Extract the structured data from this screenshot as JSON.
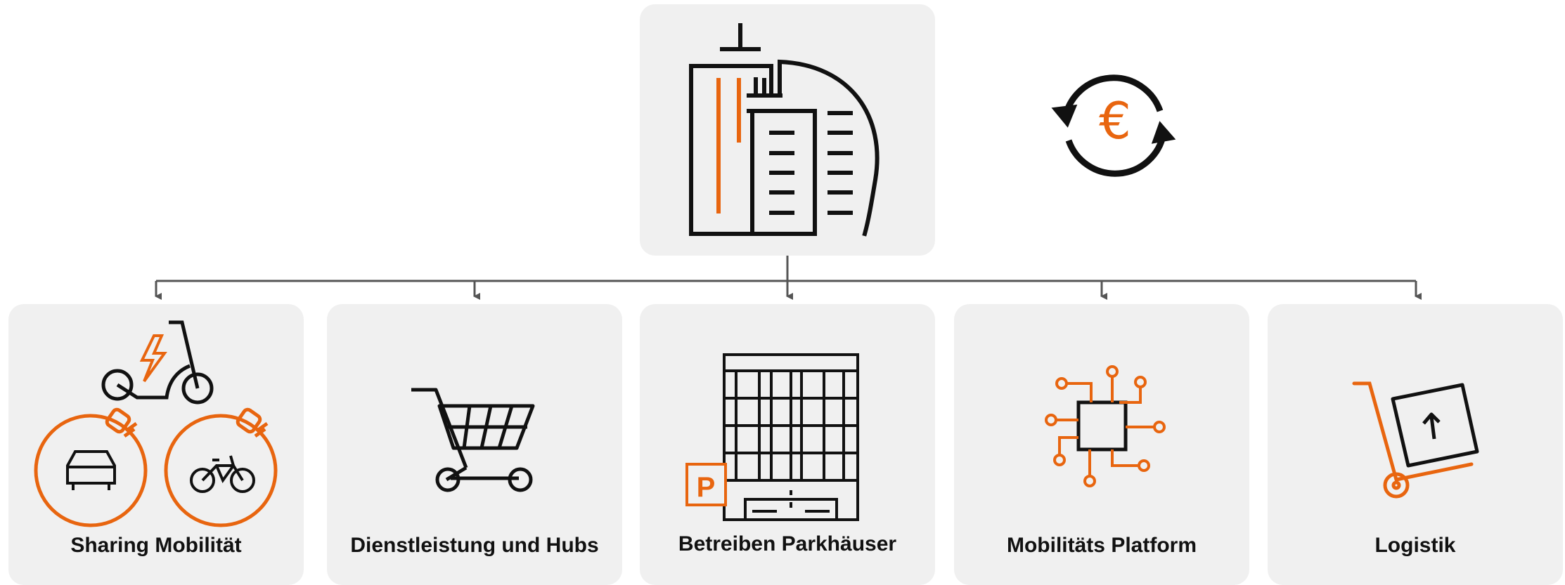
{
  "colors": {
    "accent": "#e8650f",
    "ink": "#111111",
    "card": "#f0f0f0",
    "connector": "#555555"
  },
  "top": {
    "icon": "office-buildings-icon",
    "side_icon": "euro-exchange-icon",
    "currency_symbol": "€"
  },
  "categories": [
    {
      "label": "Sharing Mobilität",
      "icon": "e-mobility-sharing-icon"
    },
    {
      "label": "Dienstleistung und Hubs",
      "icon": "shopping-cart-icon"
    },
    {
      "label": "Betreiben Parkhäuser",
      "icon": "parking-garage-icon"
    },
    {
      "label": "Mobilitäts Platform",
      "icon": "circuit-chip-icon"
    },
    {
      "label": "Logistik",
      "icon": "hand-truck-icon"
    }
  ]
}
